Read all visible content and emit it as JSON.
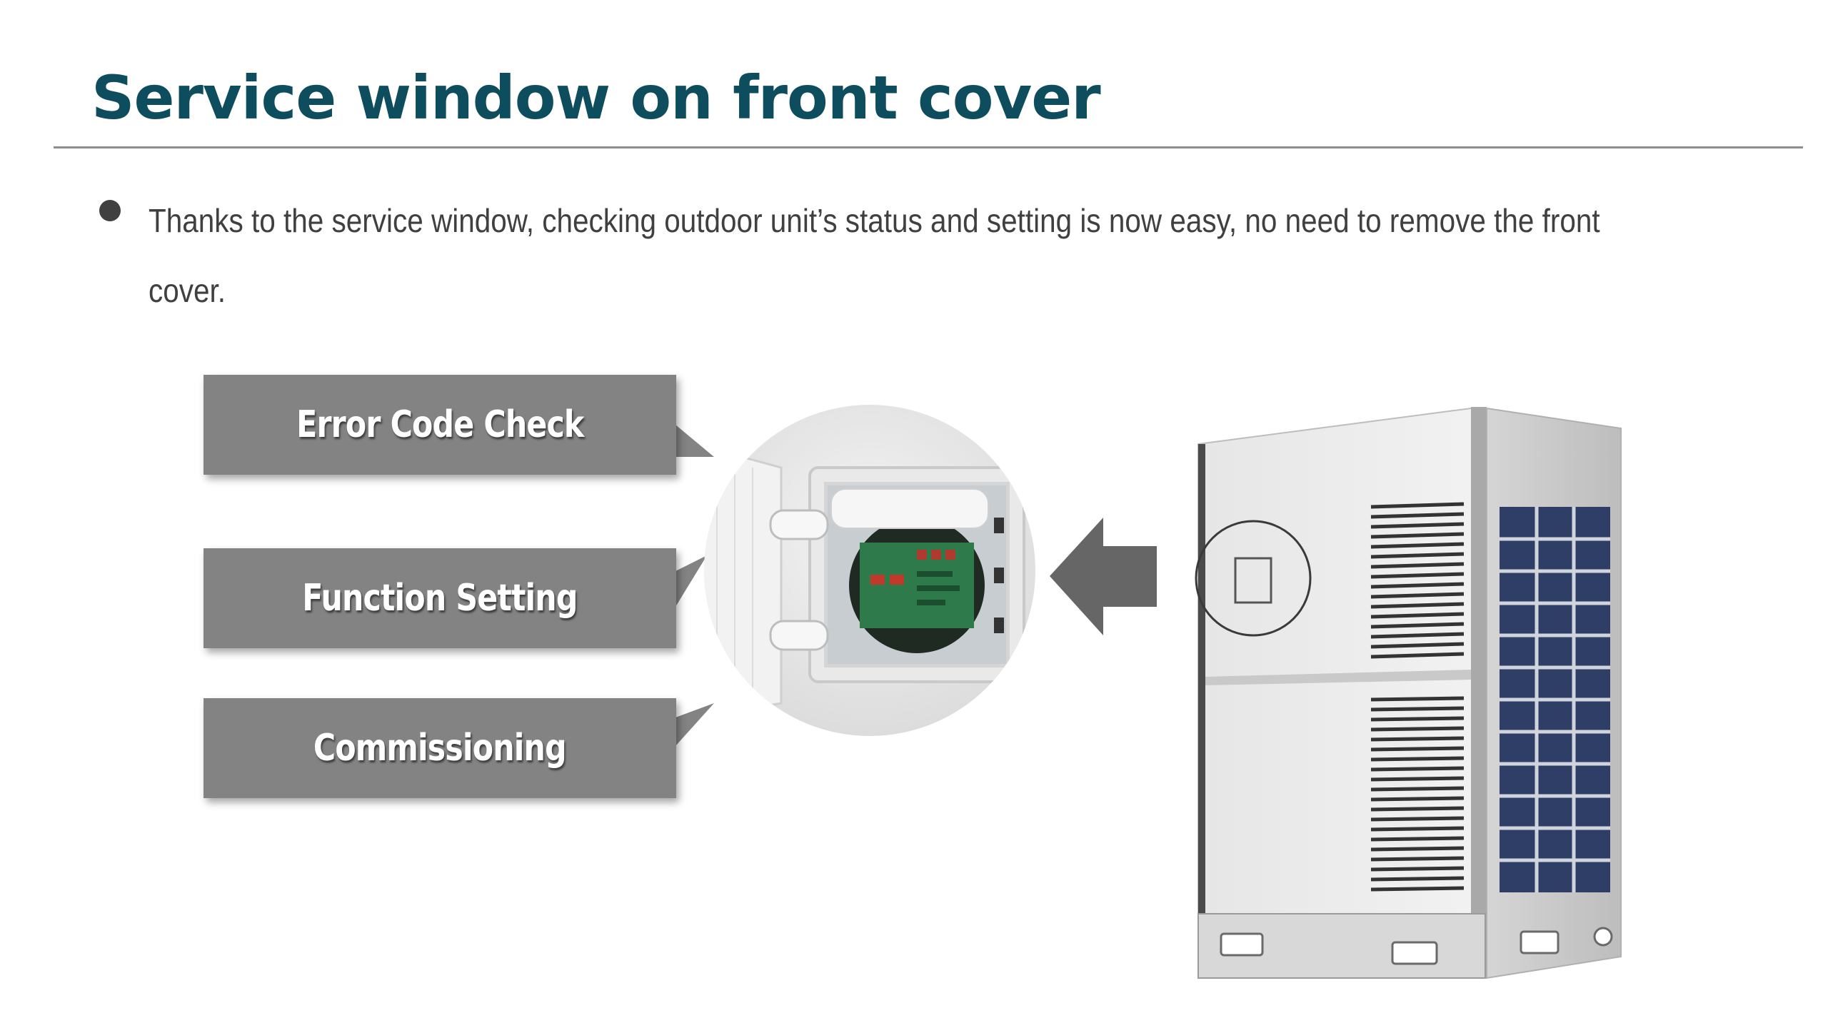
{
  "title": "Service window on front cover",
  "bullet": {
    "line1": "Thanks to the service window, checking outdoor unit’s status and setting is now easy, no need to remove the front",
    "line2": "cover."
  },
  "callouts": [
    {
      "label": "Error Code Check"
    },
    {
      "label": "Function Setting"
    },
    {
      "label": "Commissioning"
    }
  ],
  "colors": {
    "title": "#0e4d5d",
    "callout_bg": "#838383",
    "arrow": "#666666",
    "rule": "#8d8d8d",
    "text": "#404040"
  },
  "icons": {
    "zoom_illustration": "service-window-closeup",
    "arrow": "left-arrow-icon",
    "product": "outdoor-unit-illustration"
  }
}
